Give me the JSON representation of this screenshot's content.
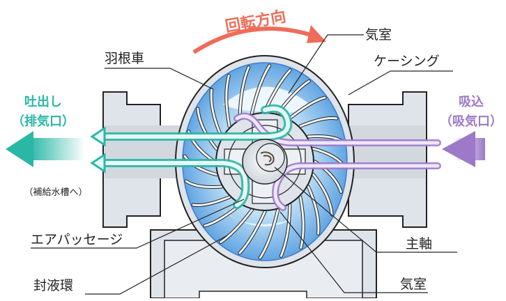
{
  "labels": {
    "rotation": "回転方向",
    "impeller": "羽根車",
    "chamber_top": "気室",
    "casing": "ケーシング",
    "discharge_line1": "吐出し",
    "discharge_line2": "（排気口）",
    "intake_line1": "吸込",
    "intake_line2": "（吸気口）",
    "to_tank": "（補給水槽へ）",
    "air_passage": "エアパッセージ",
    "main_shaft": "主軸",
    "liquid_ring": "封液環",
    "chamber_bottom": "気室"
  },
  "colors": {
    "rotation": "#ef6c5a",
    "discharge": "#2ab7a6",
    "intake": "#9c79c9",
    "casing_fill": "#dfe3ea",
    "liquid_blue": "#4a8ed8",
    "liquid_light": "#bfe0f6",
    "line": "#222222"
  }
}
